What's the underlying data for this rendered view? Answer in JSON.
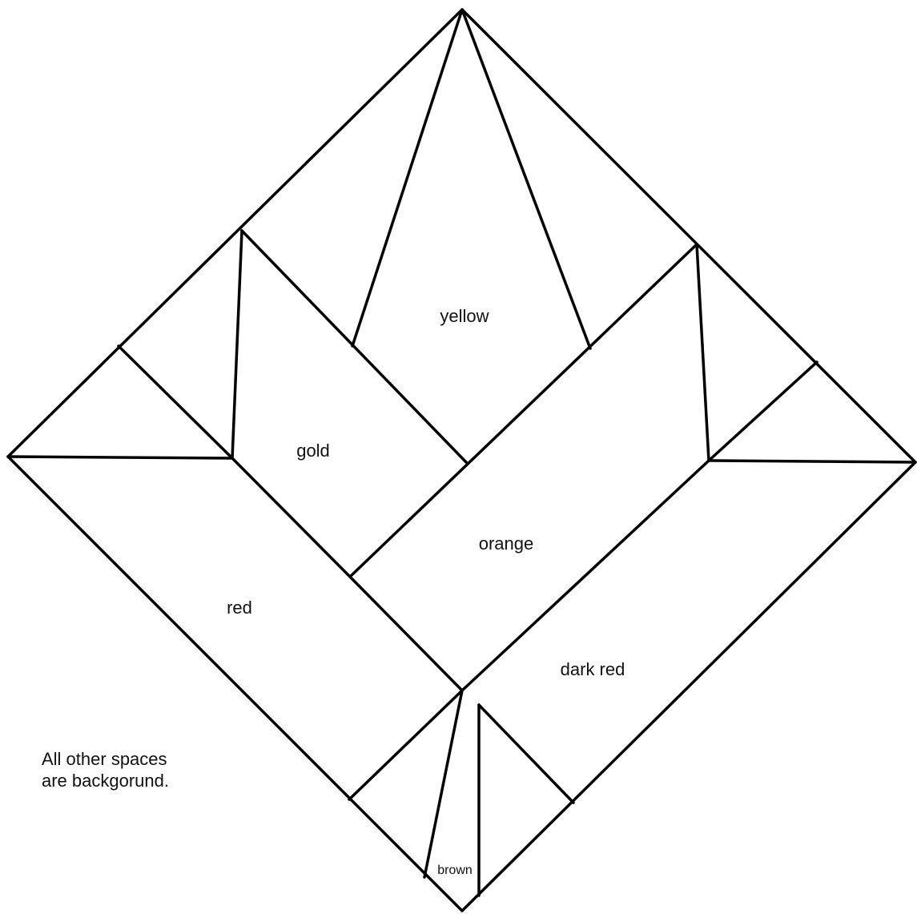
{
  "labels": {
    "yellow": "yellow",
    "gold": "gold",
    "orange": "orange",
    "red": "red",
    "dark_red": "dark red",
    "brown": "brown"
  },
  "note": {
    "line1": "All other spaces",
    "line2": "are backgorund."
  }
}
